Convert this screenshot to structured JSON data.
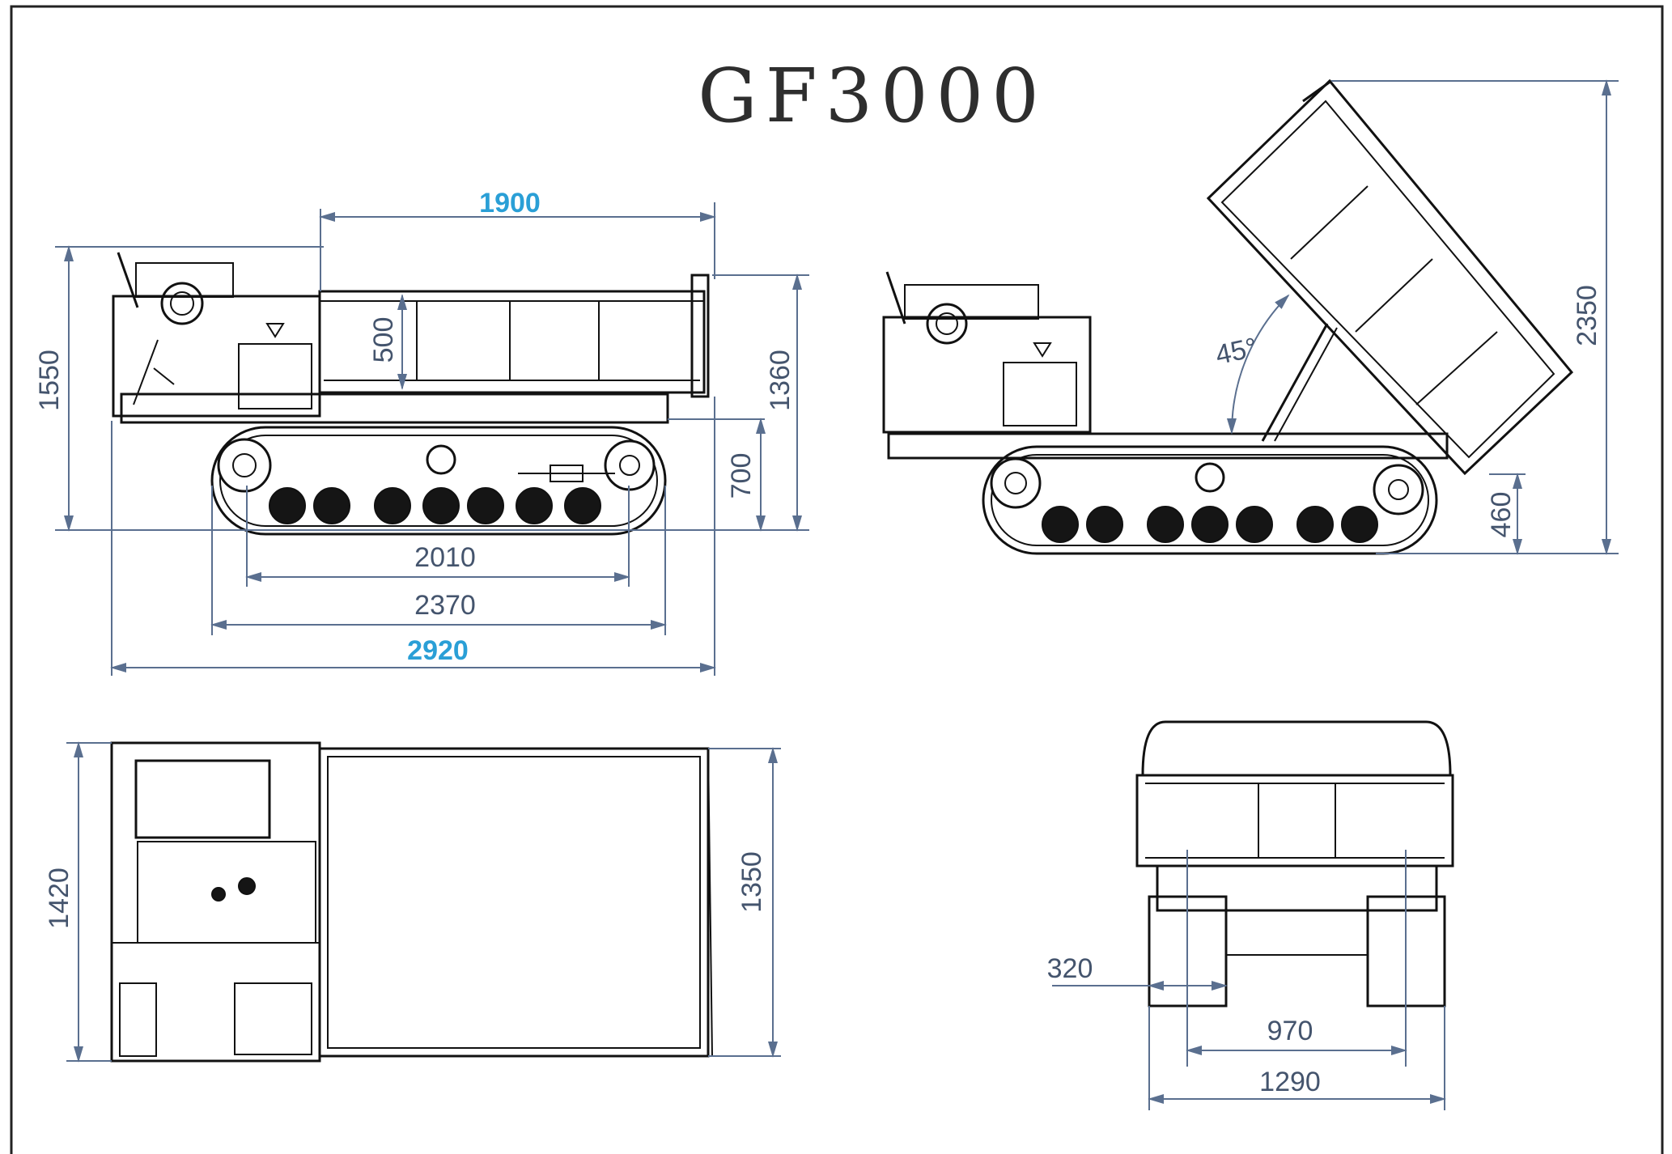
{
  "title": "GF3000",
  "colors": {
    "dimension": "#44546d",
    "highlight": "#2a9fd6",
    "outline": "#111111"
  },
  "side_view": {
    "dim_top_length": "1900",
    "dim_height_total": "1550",
    "dim_bed_depth": "500",
    "dim_bed_height": "1360",
    "dim_deck_height": "700",
    "dim_wheelbase": "2010",
    "dim_track_length": "2370",
    "dim_overall_length": "2920"
  },
  "tipping_view": {
    "dim_angle": "45°",
    "dim_max_height": "2350",
    "dim_dump_clearance": "460"
  },
  "top_view": {
    "dim_overall_width": "1420",
    "dim_bed_width": "1350"
  },
  "rear_view": {
    "dim_track_width": "320",
    "dim_track_gauge": "970",
    "dim_outer_width": "1290"
  }
}
